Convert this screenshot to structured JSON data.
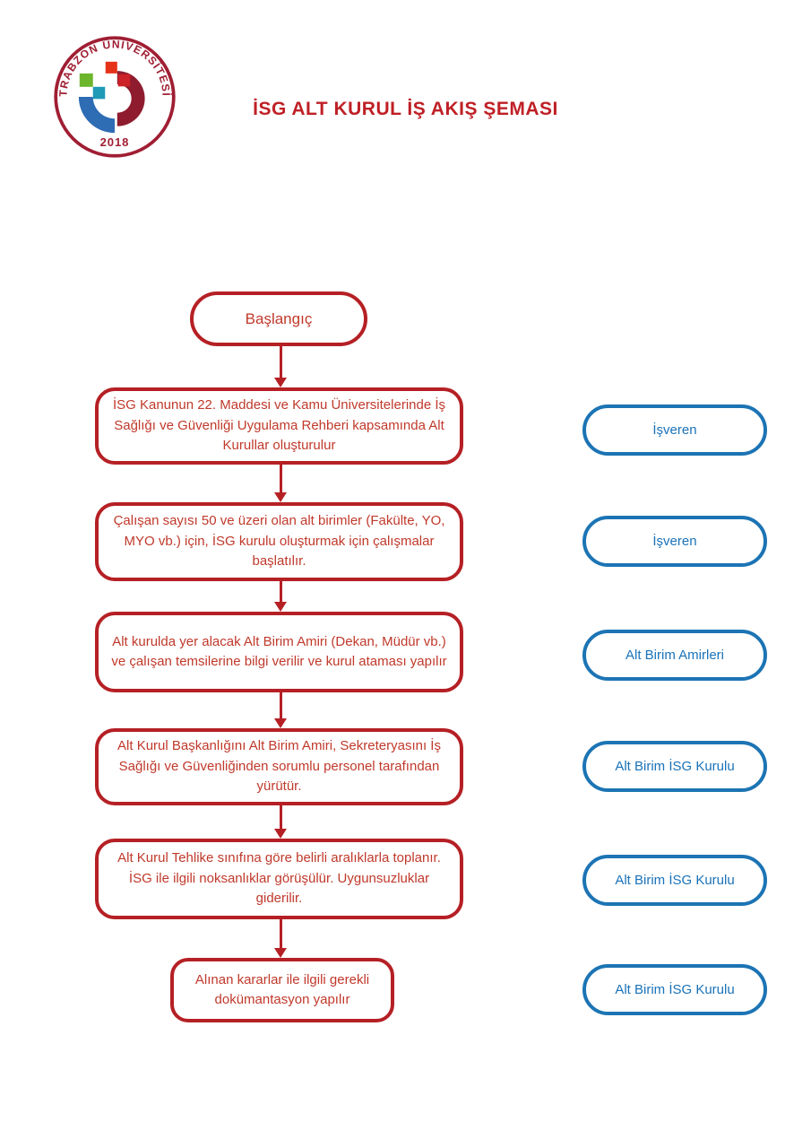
{
  "title": "İSG ALT KURUL İŞ AKIŞ ŞEMASI",
  "logo": {
    "university": "TRABZON ÜNİVERSİTESİ",
    "year": "2018"
  },
  "flow": {
    "start_label": "Başlangıç",
    "steps": [
      {
        "text": "İSG Kanunun 22. Maddesi ve Kamu Üniversitelerinde İş Sağlığı ve Güvenliği Uygulama Rehberi kapsamında Alt Kurullar oluşturulur",
        "actor": "İşveren"
      },
      {
        "text": "Çalışan sayısı 50 ve üzeri olan alt birimler (Fakülte, YO, MYO vb.) için, İSG kurulu oluşturmak için çalışmalar başlatılır.",
        "actor": "İşveren"
      },
      {
        "text": "Alt kurulda yer alacak Alt Birim Amiri (Dekan, Müdür vb.) ve çalışan temsilerine bilgi verilir ve kurul ataması yapılır",
        "actor": "Alt Birim Amirleri"
      },
      {
        "text": "Alt Kurul Başkanlığını Alt Birim Amiri, Sekreteryasını İş Sağlığı ve Güvenliğinden sorumlu personel tarafından yürütür.",
        "actor": "Alt Birim İSG Kurulu"
      },
      {
        "text": "Alt Kurul Tehlike sınıfına göre belirli aralıklarla toplanır. İSG ile ilgili noksanlıklar görüşülür. Uygunsuzluklar giderilir.",
        "actor": "Alt Birim İSG Kurulu"
      },
      {
        "text": "Alınan kararlar ile ilgili gerekli dokümantasyon yapılır",
        "actor": "Alt Birim İSG Kurulu"
      }
    ]
  },
  "colors": {
    "flow_red": "#b52025",
    "actor_blue": "#1c74b4",
    "title_red": "#bf2026"
  }
}
